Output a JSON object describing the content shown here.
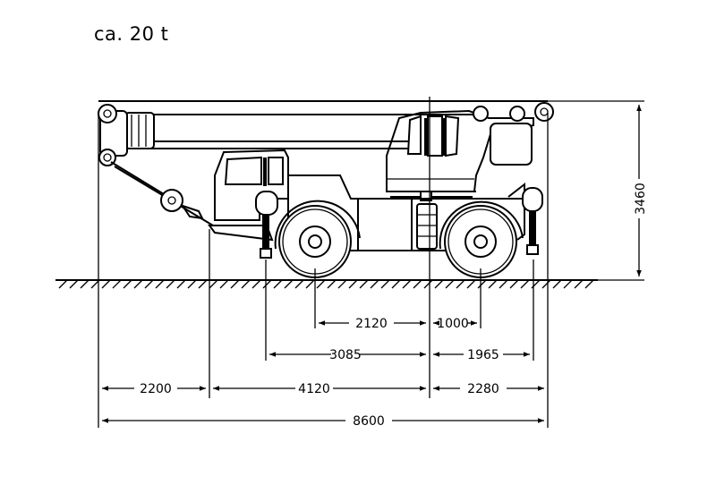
{
  "title": "ca. 20 t",
  "dimensions": {
    "height": "3460",
    "axle_to_rotation": "2120",
    "rotation_to_rear_axle": "1000",
    "front_outrigger_to_rotation": "3085",
    "rotation_to_rear_outrigger": "1965",
    "front_overhang": "2200",
    "front_to_rotation": "4120",
    "rear_overhang": "2280",
    "overall_length": "8600"
  },
  "colors": {
    "ink": "#000000",
    "paper": "#ffffff"
  }
}
